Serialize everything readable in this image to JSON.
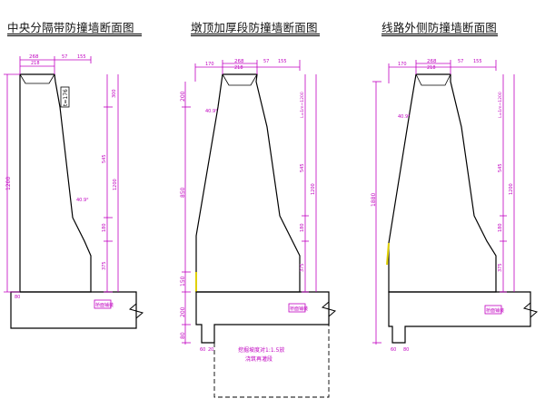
{
  "panels": [
    {
      "title": "中央分隔带防撞墙断面图",
      "dims": {
        "top_width": "268",
        "inner_width": "218",
        "small_a": "57",
        "small_b": "155",
        "total_height": "1200",
        "right_segments": [
          "300",
          "545",
          "1200",
          "180",
          "375"
        ],
        "bottom_label": "80",
        "note_t": "t=176",
        "angle_label": "40.9°",
        "slab_tag": "桥面铺装"
      }
    },
    {
      "title": "墩顶加厚段防撞墙断面图",
      "dims": {
        "top_width_a": "170",
        "top_width": "268",
        "inner_width": "218",
        "small_a": "57",
        "small_b": "155",
        "left_segments": [
          "200",
          "850",
          "150",
          "200",
          "80"
        ],
        "right_segments": [
          "545",
          "1200",
          "180",
          "375"
        ],
        "side_note": "L=1m~1200",
        "angle_label": "40.9°",
        "bottom_labels": [
          "60",
          "20"
        ],
        "slab_tag": "桥面铺装",
        "excavation_note_line1": "挖掘坡度对1:1.5放",
        "excavation_note_line2": "浇筑再灌段"
      }
    },
    {
      "title": "线路外侧防撞墙断面图",
      "dims": {
        "top_width_a": "170",
        "top_width": "268",
        "inner_width": "218",
        "small_a": "57",
        "small_b": "155",
        "left_segments": [
          "1880"
        ],
        "right_segments": [
          "545",
          "1200",
          "180",
          "375"
        ],
        "side_note": "L=1m~1200",
        "angle_label": "40.9°",
        "bottom_labels": [
          "60",
          "80"
        ],
        "slab_tag": "桥面铺装"
      }
    }
  ],
  "colors": {
    "outline": "#000000",
    "dimension": "#c000c0",
    "highlight": "#e0d000"
  }
}
